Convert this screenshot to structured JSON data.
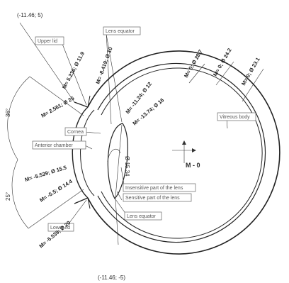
{
  "coords": {
    "top": "(-11.46; 5)",
    "bottom": "(-11.46; -5)"
  },
  "angles": {
    "upper": "36°",
    "lower": "25°"
  },
  "center_label": "M - 0",
  "lens_vertical_label": "Ø 15.34",
  "labels": {
    "upper_lid": "Upper lid",
    "lens_equator_top": "Lens equator",
    "cornea": "Cornea",
    "anterior_chamber": "Anterior chamber",
    "vitreous_body": "Vitreous body",
    "insensitive_lens": "Insensitive part of the lens",
    "sensitive_lens": "Sensitive part of the lens",
    "lens_equator_bottom": "Lens equator",
    "lower_lid": "Lower lid"
  },
  "annotations": {
    "m_ul": "M= 5.236; Ø 11.9",
    "m_le": "M= -8.419; Ø 10",
    "m_a": "M= 2.561; Ø 25",
    "m_b": "M= -11.24; Ø 12",
    "m_c": "M= -13.74; Ø 16",
    "m_d": "M= -5.539; Ø 15.5",
    "m_e": "M= -5.5; Ø 14.4",
    "m_f": "M= -5.539; Ø 20",
    "r1": "M= 0; Ø 28.7",
    "r2": "M= 0; Ø 24.2",
    "r3": "M= 0; Ø 23.1"
  }
}
